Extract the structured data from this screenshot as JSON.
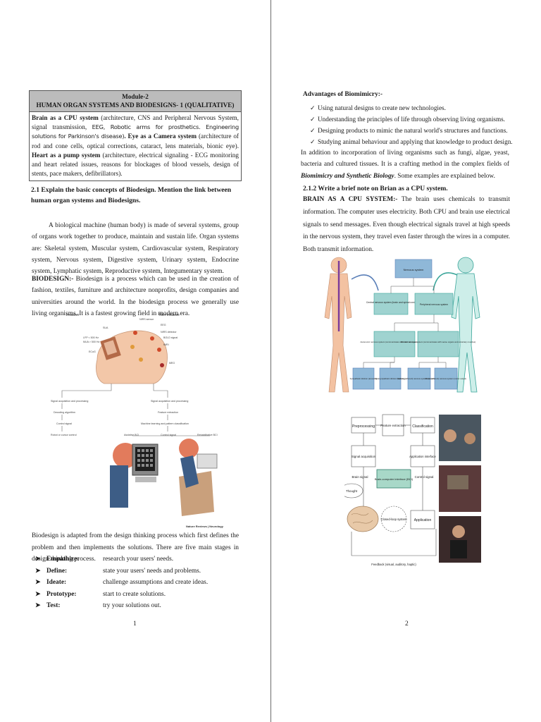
{
  "left_page": {
    "module": {
      "title": "Module-2",
      "subtitle": "HUMAN ORGAN SYSTEMS AND BIODESIGNS- 1 (QUALITATIVE)",
      "cpu_label": "Brain as a CPU system",
      "cpu_text": " (architecture, CNS and Peripheral Nervous System, signal transmission, ",
      "eeg_text": "EEG, Robotic arms for prosthetics. Engineering solutions for Parkinson's disease)",
      "eye_label": ". Eye as a Camera system",
      "eye_text": " (architecture of rod and cone cells, optical corrections, cataract, lens materials, bionic eye). ",
      "heart_label": "Heart as a pump system",
      "heart_text": " (architecture, electrical signaling - ECG  monitoring and heart related issues, reasons for blockages of blood vessels, design of stents, pace makers, defibrillators)."
    },
    "section_heading": "2.1 Explain the basic concepts of Biodesign. Mention the link between human organ systems and Biodesigns.",
    "organ_para": "A biological machine (human body) is made of several systems, group of organs work together to produce, maintain and sustain life. Organ systems are: Skeletal system, Muscular system, Cardiovascular system, Respiratory system, Nervous system, Digestive system, Urinary system, Endocrine system, Lymphatic system, Reproductive system, Integumentary system.",
    "biodesign_label": "BIODESIGN:-",
    "biodesign_text": " Biodesign is a process which  can be used in the creation of fashion, textiles, furniture and architecture  nonprofits, design companies and universities around the world.  In the biodesign process we generally use living organisms. It is a fastest growing field in modern era.",
    "figure_bci1": {
      "invasive": "Invasive",
      "non_invasive": "Non-invasive",
      "labels": [
        "NIRS sensor",
        "EEG",
        "NIRS detector",
        "BOLD signal",
        "fMRI",
        "LFP < 500 Hz",
        "MUA > 500 Hz",
        "ECoG",
        "SUA",
        "MEG",
        "Signal acquisition and processing",
        "Signal acquisition and processing",
        "Decoding algorithm",
        "Feature extraction",
        "Control signal",
        "Machine learning and pattern classification",
        "Robot or cursor control",
        "Assistive BCI",
        "Control signal",
        "Rehabilitative BCI"
      ],
      "credit": "Nature Reviews | Neurology"
    },
    "adapted_para": "Biodesign is adapted from the design thinking process which first defines the problem and then implements the solutions. There are five main stages in design thinking process.",
    "stages": [
      {
        "term": "Empathize:",
        "desc": "research your users' needs."
      },
      {
        "term": "Define:",
        "desc": "state your users' needs and problems."
      },
      {
        "term": "Ideate:",
        "desc": "challenge assumptions and create ideas."
      },
      {
        "term": "Prototype:",
        "desc": "start to create solutions."
      },
      {
        "term": "Test:",
        "desc": "try your solutions out."
      }
    ],
    "page_number": "1"
  },
  "right_page": {
    "advantages_title": "Advantages of Biomimicry:-",
    "advantages": [
      "Using natural designs to create new technologies.",
      "Understanding the principles of life through observing living organisms.",
      "Designing products to mimic the natural world's structures and functions.",
      "Studying animal behaviour and applying that knowledge to product design."
    ],
    "incorp_text": "In addition to incorporation of living organisms such as fungi, algae, yeast, bacteria and cultured tissues. It is a crafting method in the complex fields of ",
    "incorp_emph": "Biomimicry and Synthetic Biology",
    "incorp_tail": ". Some examples are explained below.",
    "sub_heading": "2.1.2    Write a brief note on Brian as a CPU system.",
    "cpu_label": "BRAIN AS A CPU SYSTEM:-",
    "cpu_text": " The brain uses chemicals to transmit information. The computer uses electricity. Both CPU and brain use electrical signals to send messages. Even though electrical signals travel at high speeds in the nervous system, they travel even faster through the wires in a computer. Both transmit information.",
    "figure_ns": {
      "top": "Nervous system",
      "cns": "Central nervous system (brain and spinal cord)",
      "pns": "Peripheral nervous system",
      "autonomic": "Autonomic nervous system (communicates with internal organs and glands)",
      "somatic": "Somatic nervous system (communicates with sense organs and voluntary muscles)",
      "sympathetic": "Sympathetic division (arousing)",
      "parasympathetic": "Parasympathetic division (calming)",
      "sensory": "Sensory (afferent) nervous system (sensory input)",
      "motor": "Motor (efferent) nervous system (motor output)"
    },
    "figure_bci2": {
      "preprocessing": "Preprocessing",
      "feature": "Feature extraction",
      "classification": "Classification",
      "acquisition": "Signal acquisition",
      "app_interface": "Application interface",
      "brain_signal": "Brain signal",
      "bci": "Brain-computer interface (BCI)",
      "control_signal": "Control signal",
      "thought": "Thought",
      "closed_loop": "Closed-loop system",
      "application": "Application",
      "feedback": "Feedback (visual, auditory, haptic)"
    },
    "page_number": "2"
  },
  "colors": {
    "box_header": "#bcbcbc",
    "diagram_teal": "#9fd3d0",
    "diagram_blue": "#8fb8d8",
    "bci_core": "#a8d8c8"
  }
}
